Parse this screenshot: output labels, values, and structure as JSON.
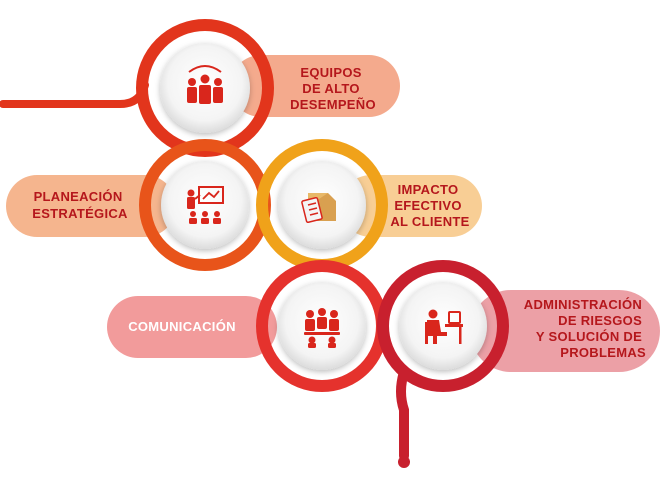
{
  "colors": {
    "orange_red": "#e2351c",
    "orange": "#e8541a",
    "amber": "#f0a21a",
    "red": "#e5322d",
    "crimson": "#c8202e",
    "pill_peach": "#f29b79",
    "pill_orange": "#f3a87a",
    "pill_amber": "#f7c98a",
    "pill_pink": "#f08a8a",
    "pill_rose": "#e98f97",
    "text_dark_red": "#b5171c",
    "text_white": "#ffffff"
  },
  "steps": [
    {
      "lines": [
        "EQUIPOS",
        "DE ALTO",
        "DESEMPEÑO"
      ],
      "icon": "team-icon"
    },
    {
      "lines": [
        "PLANEACIÓN",
        "ESTRATÉGICA"
      ],
      "icon": "presentation-icon"
    },
    {
      "lines": [
        "IMPACTO",
        "EFECTIVO",
        "AL CLIENTE"
      ],
      "icon": "box-checklist-icon"
    },
    {
      "lines": [
        "COMUNICACIÓN"
      ],
      "icon": "meeting-icon"
    },
    {
      "lines": [
        "ADMINISTRACIÓN",
        "DE RIESGOS",
        "Y SOLUCIÓN DE",
        "PROBLEMAS"
      ],
      "icon": "desk-worker-icon"
    }
  ]
}
